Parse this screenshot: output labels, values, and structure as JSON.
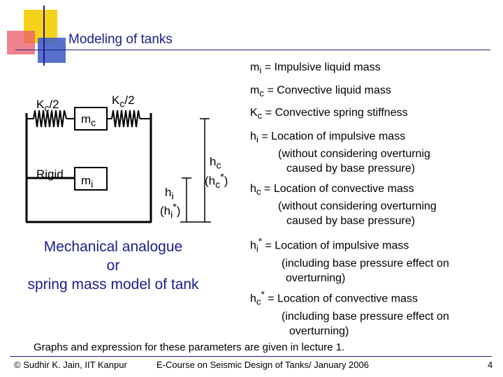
{
  "slide": {
    "title": "Modeling of tanks",
    "page_number": "4",
    "colors": {
      "title": "#1c1c8c",
      "accent_yellow": "#f6d21a",
      "accent_red": "#e85a6a",
      "accent_blue": "#4560c8",
      "rule": "#1c1c8c"
    }
  },
  "diagram": {
    "kc_left": {
      "base": "K",
      "sub": "c",
      "tail": "/2"
    },
    "kc_right": {
      "base": "K",
      "sub": "c",
      "tail": "/2"
    },
    "mc": {
      "base": "m",
      "sub": "c"
    },
    "mi": {
      "base": "m",
      "sub": "i"
    },
    "rigid": "Rigid",
    "hi": {
      "base": "h",
      "sub": "i"
    },
    "hi_star": {
      "open": "(h",
      "sub": "i",
      "sup": "*",
      "close": ")"
    },
    "hc": {
      "base": "h",
      "sub": "c"
    },
    "hc_star": {
      "open": "(h",
      "sub": "c",
      "sup": "*",
      "close": ")"
    },
    "caption_lines": [
      "Mechanical analogue",
      "or",
      "spring mass model of tank"
    ]
  },
  "definitions": {
    "mi": {
      "sym": "m",
      "sub": "i",
      "text": " =  Impulsive liquid mass"
    },
    "mc": {
      "sym": "m",
      "sub": "c",
      "text": " =  Convective  liquid mass"
    },
    "kc": {
      "sym": "K",
      "sub": "c",
      "text": " =  Convective spring stiffness"
    },
    "hi": {
      "sym": "h",
      "sub": "i",
      "text": " =  Location of impulsive mass",
      "lines": [
        "(without considering overturnig",
        "caused by base pressure)"
      ]
    },
    "hc": {
      "sym": "h",
      "sub": "c",
      "text": " = Location of convective mass",
      "lines": [
        "(without considering overturning",
        "caused by base pressure)"
      ]
    },
    "hi_star": {
      "sym": "h",
      "sub": "i",
      "sup": "*",
      "text": " = Location of impulsive mass",
      "lines": [
        "(including base pressure effect on",
        "overturning)"
      ]
    },
    "hc_star": {
      "sym": "h",
      "sub": "c",
      "sup": "*",
      "text": " = Location of convective mass",
      "lines": [
        "(including base pressure effect on",
        "overturning)"
      ]
    }
  },
  "note": "Graphs and expression for these parameters are given in lecture 1.",
  "footer": {
    "author": "© Sudhir K. Jain, IIT Kanpur",
    "course": "E-Course on Seismic Design of Tanks/ January 2006"
  }
}
